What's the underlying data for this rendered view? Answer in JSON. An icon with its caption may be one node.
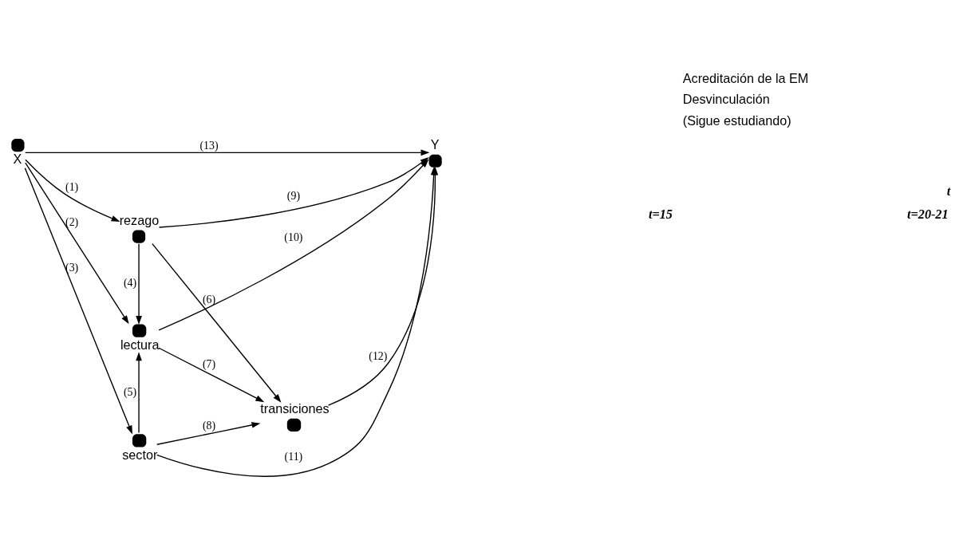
{
  "diagram": {
    "nodes": [
      {
        "text": [
          "X"
        ]
      },
      {
        "text": [
          "rezago"
        ]
      },
      {
        "text": [
          "lectura"
        ]
      },
      {
        "text": [
          "transiciones"
        ]
      },
      {
        "text": [
          "sector"
        ]
      },
      {
        "text": [
          "Y"
        ]
      }
    ],
    "edges": [
      {
        "from": 0,
        "to": 1,
        "arrow": "to",
        "label": "(1)"
      },
      {
        "from": 0,
        "to": 2,
        "arrow": "to",
        "label": "(2)"
      },
      {
        "from": 0,
        "to": 4,
        "arrow": "to",
        "label": "(3)"
      },
      {
        "from": 1,
        "to": 2,
        "arrow": "to",
        "label": "(4)"
      },
      {
        "from": 4,
        "to": 2,
        "arrow": "to",
        "label": "(5)"
      },
      {
        "from": 1,
        "to": 3,
        "arrow": "to",
        "label": "(6)"
      },
      {
        "from": 2,
        "to": 3,
        "arrow": "to",
        "label": "(7)"
      },
      {
        "from": 4,
        "to": 3,
        "arrow": "to",
        "label": "(8)"
      },
      {
        "from": 1,
        "to": 5,
        "arrow": "to",
        "label": "(9)"
      },
      {
        "from": 2,
        "to": 5,
        "arrow": "to",
        "label": "(10)"
      },
      {
        "from": 4,
        "to": 5,
        "arrow": "to",
        "label": "(11)"
      },
      {
        "from": 3,
        "to": 5,
        "arrow": "to",
        "label": "(12)"
      },
      {
        "from": 0,
        "to": 5,
        "arrow": "to",
        "label": "(13)"
      }
    ],
    "labels": [
      "Acreditación de la EM",
      "Desvinculación",
      "(Sigue estudiando)",
      "t",
      "t=15",
      "t=20-21"
    ]
  }
}
